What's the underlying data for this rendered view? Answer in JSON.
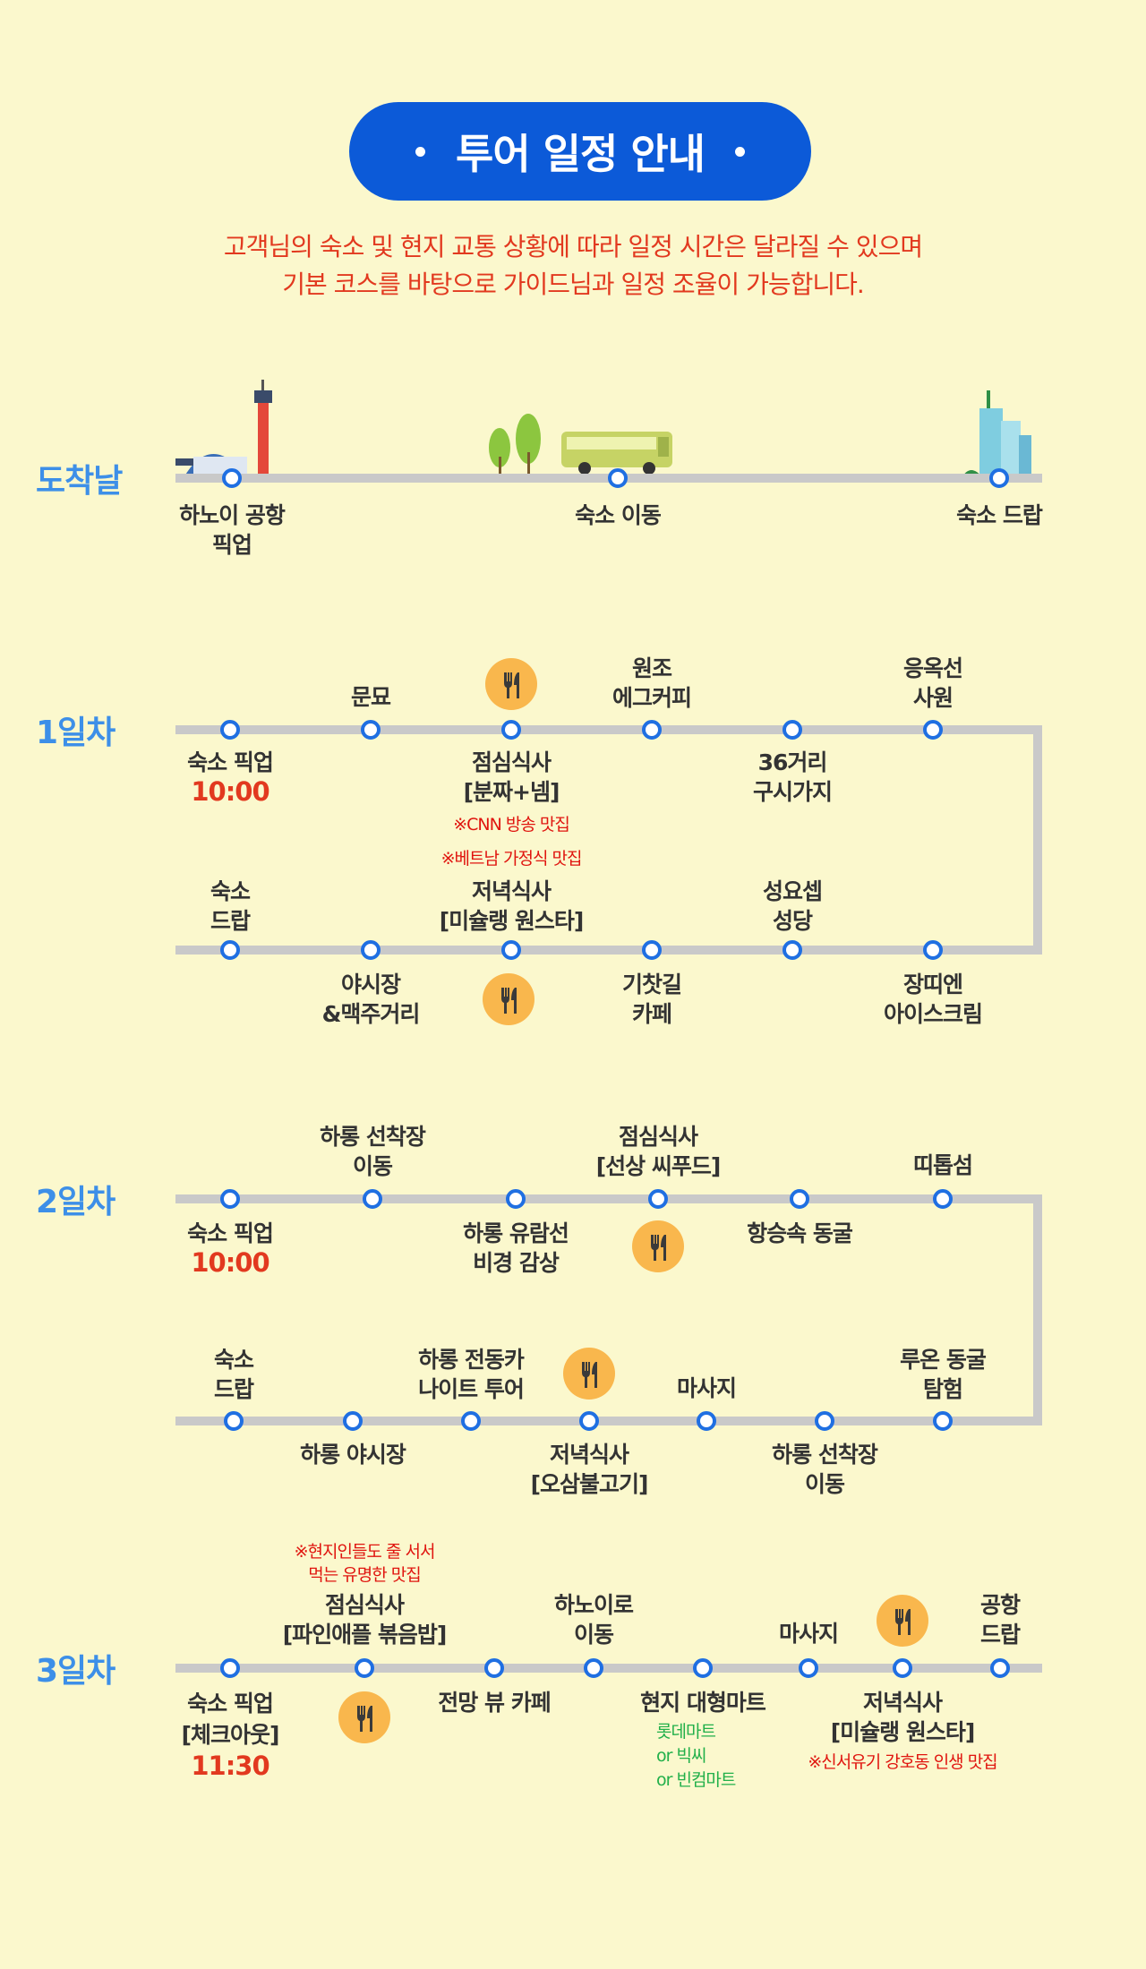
{
  "header": {
    "title": "투어 일정 안내",
    "notice": [
      "고객님의 숙소 및 현지 교통 상황에 따라 일정 시간은 달라질 수 있으며",
      "기본 코스를 바탕으로 가이드님과 일정 조율이 가능합니다."
    ]
  },
  "colors": {
    "accent": "#0c5ad8",
    "day_label": "#3d8fe8",
    "time": "#e2391f",
    "note": "#e0150f",
    "mart": "#22b04a"
  },
  "arrival": {
    "label": "도착날",
    "stops": [
      [
        "하노이 공항",
        "픽업"
      ],
      [
        "숙소 이동"
      ],
      [
        "숙소 드랍"
      ]
    ]
  },
  "day1": {
    "label": "1일차",
    "top": [
      [
        "숙소 픽업"
      ],
      [
        "문묘"
      ],
      [
        "점심식사",
        "[분짜+넴]"
      ],
      [
        "원조",
        "에그커피"
      ],
      [
        "36거리",
        "구시가지"
      ],
      [
        "응옥선",
        "사원"
      ]
    ],
    "time": "10:00",
    "lunch_note": "※CNN 방송 맛집",
    "dinner_note": "※베트남 가정식 맛집",
    "bottom": [
      [
        "숙소",
        "드랍"
      ],
      [
        "야시장",
        "&맥주거리"
      ],
      [
        "저녁식사",
        "[미슐랭 원스타]"
      ],
      [
        "기찻길",
        "카페"
      ],
      [
        "성요셉",
        "성당"
      ],
      [
        "장띠엔",
        "아이스크림"
      ]
    ]
  },
  "day2": {
    "label": "2일차",
    "top": [
      [
        "숙소 픽업"
      ],
      [
        "하롱 선착장",
        "이동"
      ],
      [
        "하롱 유람선",
        "비경 감상"
      ],
      [
        "점심식사",
        "[선상 씨푸드]"
      ],
      [
        "항승속 동굴"
      ],
      [
        "띠톱섬"
      ]
    ],
    "time": "10:00",
    "bottom": [
      [
        "숙소",
        "드랍"
      ],
      [
        "하롱 야시장"
      ],
      [
        "하롱 전동카",
        "나이트 투어"
      ],
      [
        "저녁식사",
        "[오삼불고기]"
      ],
      [
        "마사지"
      ],
      [
        "하롱 선착장",
        "이동"
      ],
      [
        "루온 동굴",
        "탐험"
      ]
    ]
  },
  "day3": {
    "label": "3일차",
    "stops": [
      [
        "숙소 픽업",
        "[체크아웃]"
      ],
      [
        "점심식사",
        "[파인애플 볶음밥]"
      ],
      [
        "전망 뷰 카페"
      ],
      [
        "하노이로",
        "이동"
      ],
      [
        "현지 대형마트"
      ],
      [
        "마사지"
      ],
      [
        "저녁식사",
        "[미슐랭 원스타]"
      ],
      [
        "공항",
        "드랍"
      ]
    ],
    "time": "11:30",
    "lunch_note": [
      "※현지인들도 줄 서서",
      "먹는 유명한 맛집"
    ],
    "mart_options": [
      "롯데마트",
      "or 빅씨",
      "or 빈컴마트"
    ],
    "dinner_note": "※신서유기 강호동 인생 맛집"
  }
}
